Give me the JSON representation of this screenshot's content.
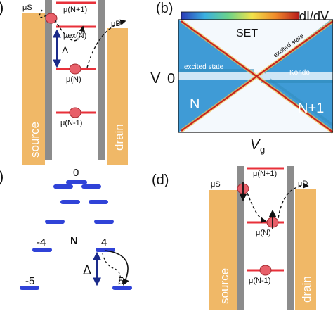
{
  "panel_a": {
    "panel_label": ")",
    "mu_s": "μS",
    "mu_d": "μD",
    "levels": [
      "μ(N+1)",
      "μex(N)",
      "μ(N)",
      "μ(N-1)"
    ],
    "delta": "Δ",
    "source": "source",
    "drain": "drain"
  },
  "panel_b": {
    "panel_label": "(b)",
    "colorbar_label": "dI/dV",
    "set_label": "SET",
    "excited_state_top": "excited state",
    "excited_state_left": "excited state",
    "kondo": "Kondo",
    "region_n": "N",
    "region_n1": "N+1",
    "ylabel": "V",
    "zero": "0",
    "xlabel": "V",
    "xlabel_sub": "g"
  },
  "panel_c": {
    "panel_label": ")",
    "tick_top": "0",
    "tick_left": "-4",
    "tick_right": "4",
    "tick_bottom_left": "-5",
    "tick_bottom_right": "5",
    "center": "N",
    "delta": "Δ"
  },
  "panel_d": {
    "panel_label": "(d)",
    "mu_s": "μS",
    "mu_d": "μD",
    "levels": [
      "μ(N+1)",
      "μ(N)",
      "μ(N-1)"
    ],
    "source": "source",
    "drain": "drain"
  },
  "colors": {
    "lead": "#f0b867",
    "barrier": "#8c8c8c",
    "level": "#e8303a",
    "electron": "#e8606a",
    "blue_region": "#3f9bd6",
    "light_region": "#f4f9fd",
    "spin_level": "#3043d8"
  }
}
